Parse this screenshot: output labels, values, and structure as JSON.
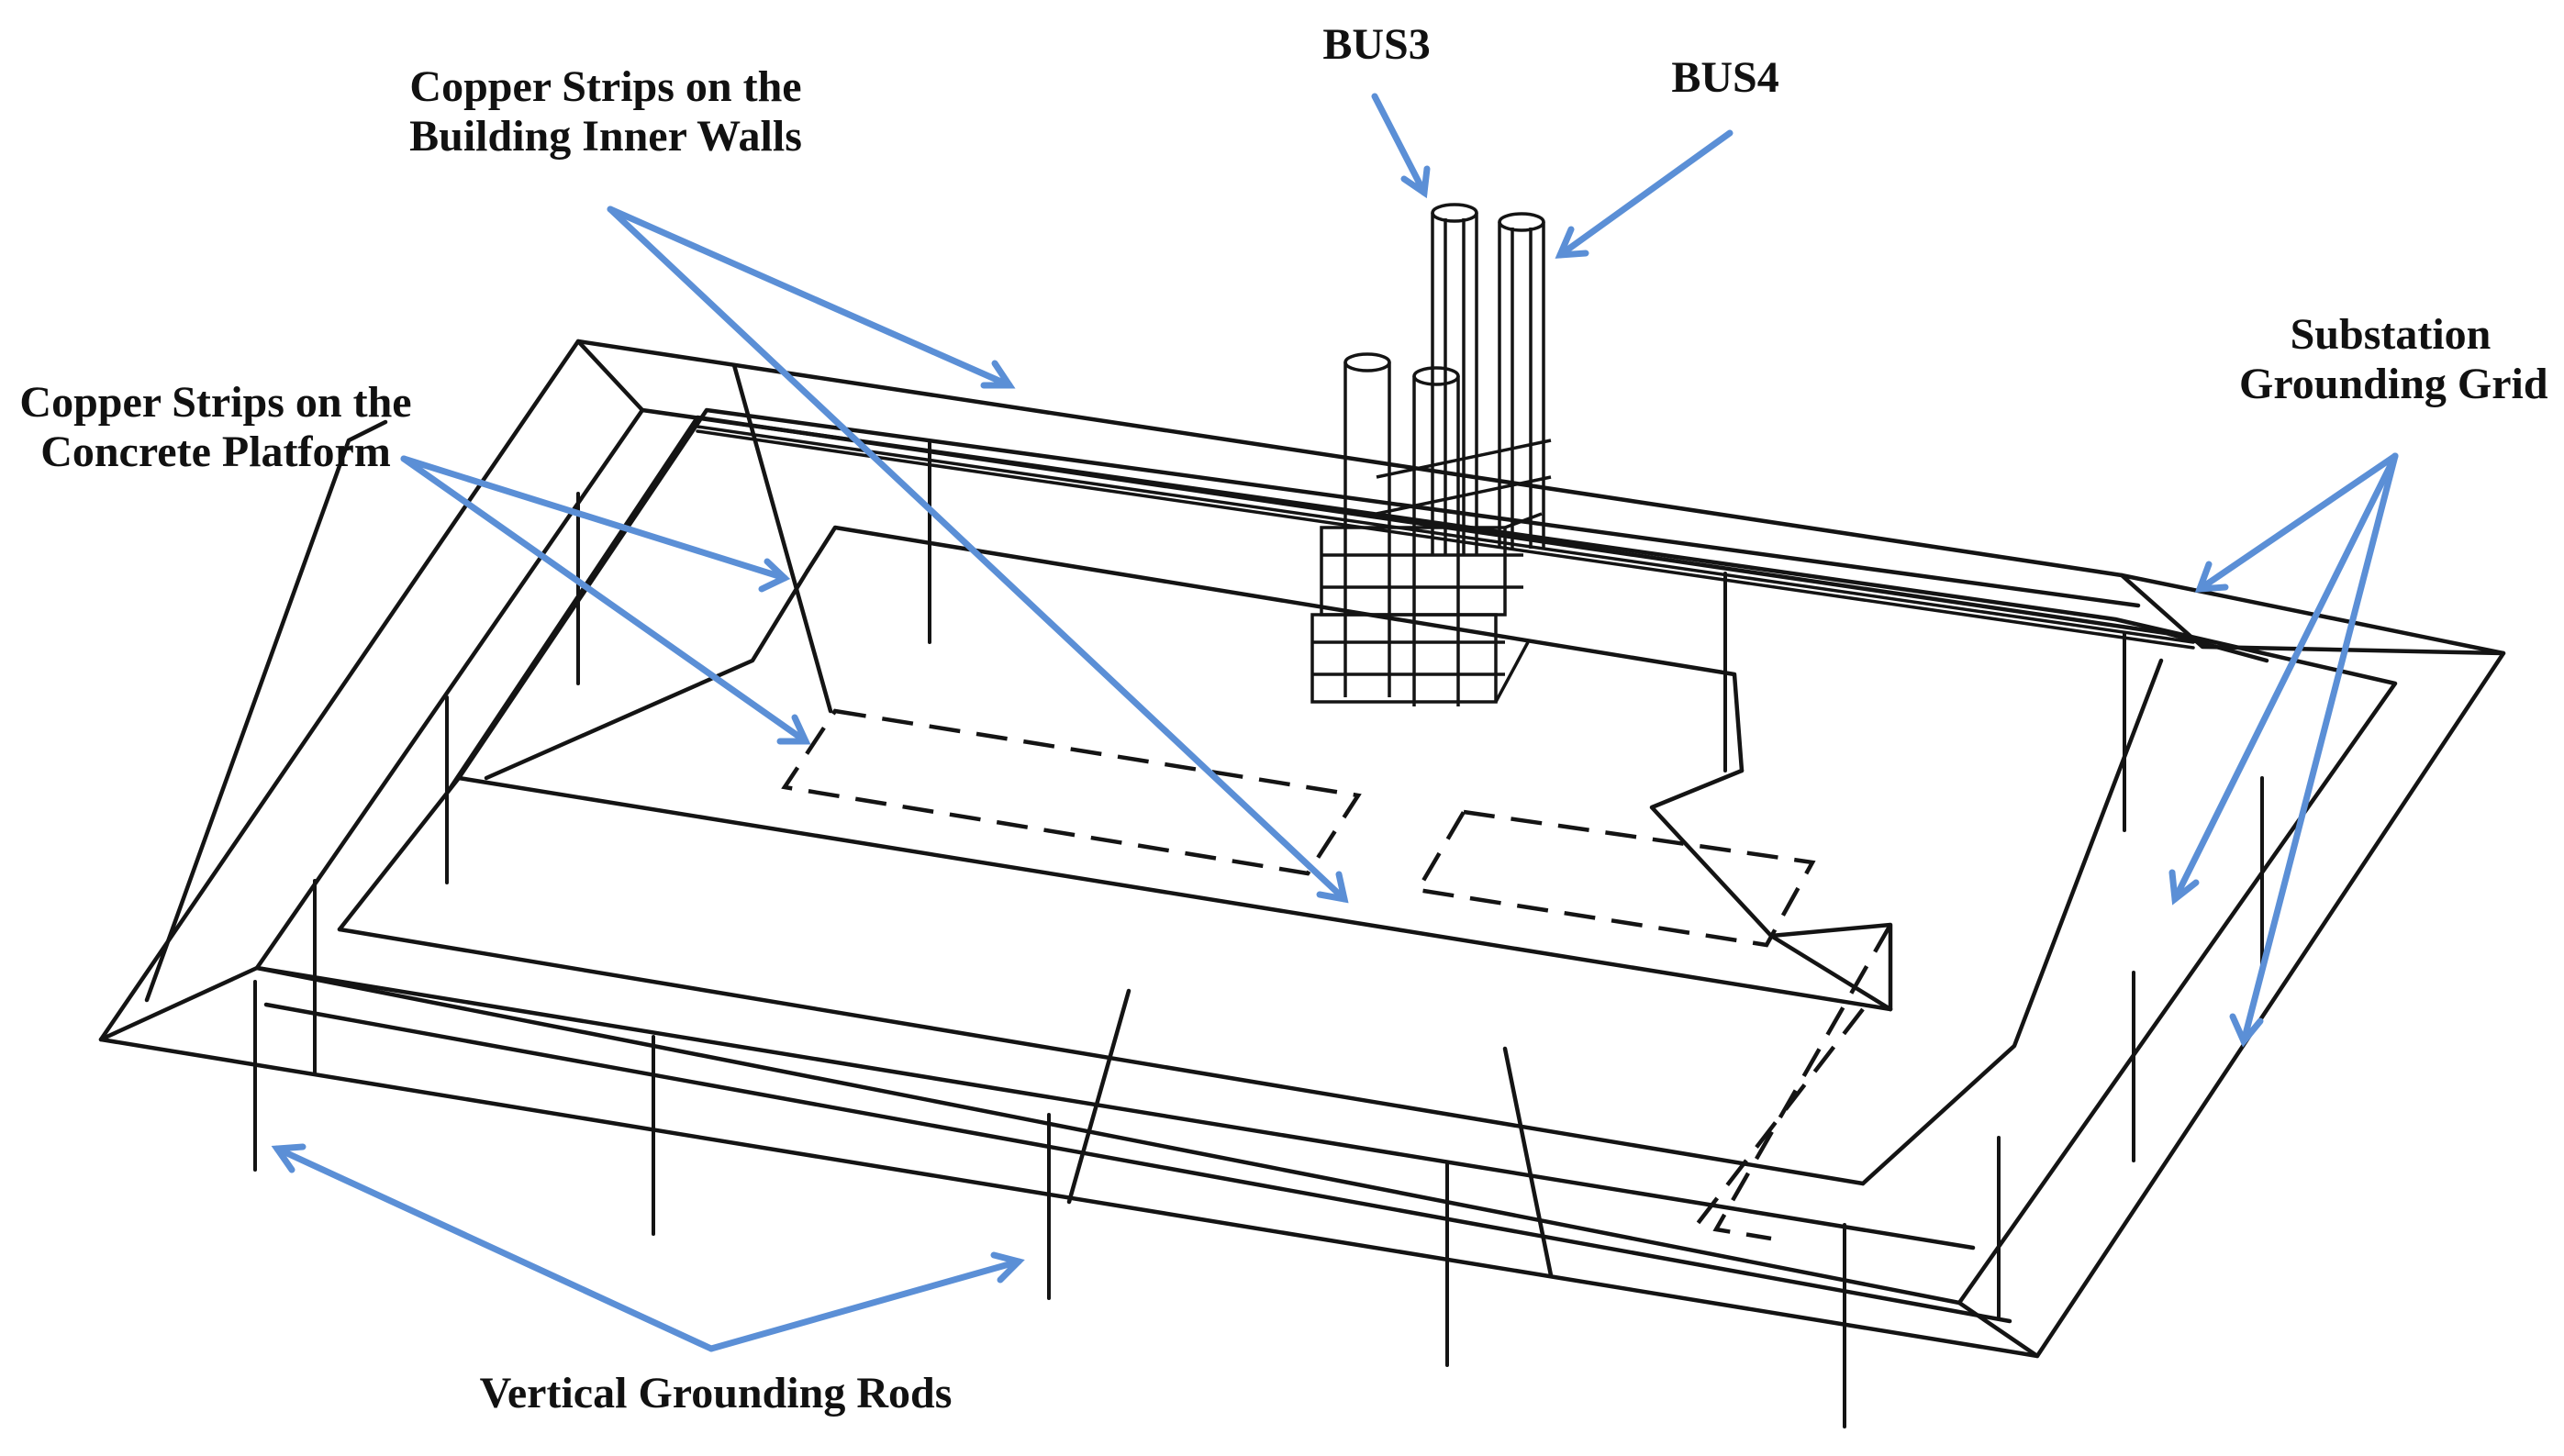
{
  "labels": {
    "bus3": "BUS3",
    "bus4": "BUS4",
    "inner_walls_line1": "Copper Strips on the",
    "inner_walls_line2": "Building Inner Walls",
    "platform_line1": "Copper Strips on the",
    "platform_line2": "Concrete Platform",
    "grid_line1": "Substation",
    "grid_line2": "Grounding Grid",
    "rods": "Vertical Grounding Rods"
  },
  "colors": {
    "arrow": "#5b8fd6",
    "line": "#141414",
    "background": "#ffffff"
  }
}
